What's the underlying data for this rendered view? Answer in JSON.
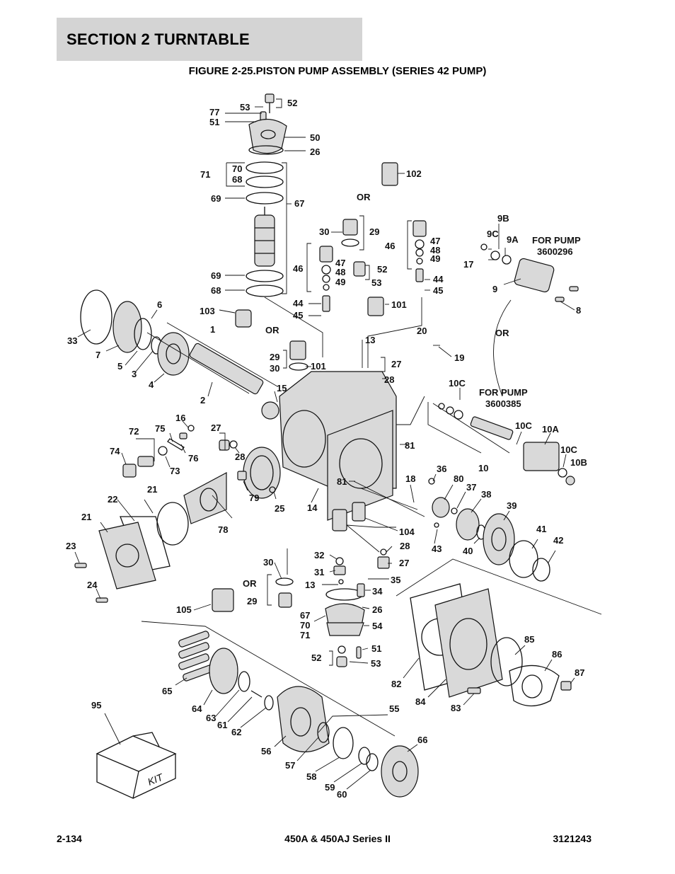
{
  "header": {
    "section_title": "SECTION 2   TURNTABLE",
    "figure_title": "FIGURE 2-25.PISTON PUMP ASSEMBLY (SERIES 42 PUMP)"
  },
  "footer": {
    "page_number": "2-134",
    "model": "450A & 450AJ Series II",
    "doc_number": "3121243"
  },
  "notes": {
    "or": "OR",
    "pump_a": [
      "FOR PUMP",
      "3600296"
    ],
    "pump_b": [
      "FOR PUMP",
      "3600385"
    ],
    "kit": "KIT"
  },
  "callouts": [
    "52",
    "53",
    "77",
    "51",
    "50",
    "26",
    "70",
    "68",
    "71",
    "69",
    "67",
    "69",
    "68",
    "102",
    "OR",
    "29",
    "30",
    "47",
    "48",
    "49",
    "46",
    "46",
    "47",
    "48",
    "49",
    "52",
    "53",
    "44",
    "45",
    "44",
    "45",
    "101",
    "103",
    "OR",
    "9B",
    "9C",
    "9A",
    "17",
    "9",
    "8",
    "6",
    "33",
    "7",
    "5",
    "3",
    "1",
    "4",
    "2",
    "15",
    "29",
    "30",
    "101",
    "13",
    "27",
    "28",
    "20",
    "19",
    "10C",
    "OR",
    "16",
    "27",
    "72",
    "75",
    "74",
    "76",
    "73",
    "28",
    "81",
    "22",
    "21",
    "21",
    "79",
    "25",
    "14",
    "81",
    "18",
    "36",
    "80",
    "37",
    "38",
    "10C",
    "10A",
    "10C",
    "10B",
    "10",
    "78",
    "23",
    "24",
    "104",
    "32",
    "31",
    "28",
    "27",
    "43",
    "39",
    "40",
    "41",
    "42",
    "30",
    "OR",
    "29",
    "13",
    "35",
    "34",
    "105",
    "67",
    "70",
    "71",
    "26",
    "54",
    "52",
    "51",
    "53",
    "85",
    "86",
    "87",
    "82",
    "84",
    "83",
    "95",
    "65",
    "64",
    "63",
    "61",
    "62",
    "56",
    "57",
    "58",
    "59",
    "60",
    "55",
    "66"
  ]
}
